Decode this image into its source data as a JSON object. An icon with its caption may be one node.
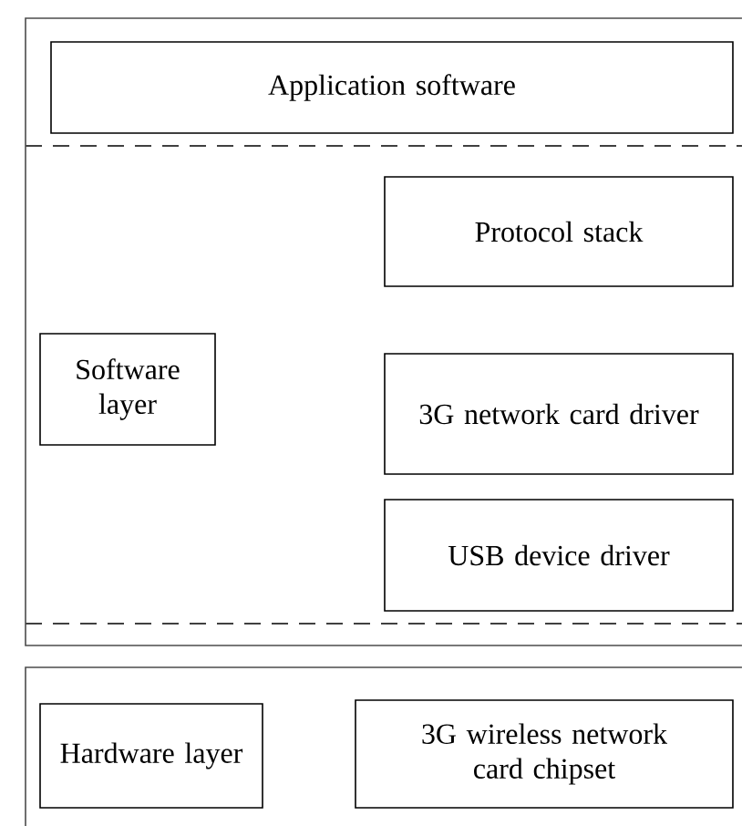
{
  "diagram": {
    "nodes": [
      {
        "text": [],
        "shape": "box"
      },
      {
        "text": [
          "Application software"
        ],
        "in": 0
      },
      {
        "text": [
          "Protocol stack"
        ],
        "in": 0
      },
      {
        "text": [
          "Software layer"
        ],
        "in": 0
      },
      {
        "text": [
          "3G network card driver"
        ],
        "in": 0
      },
      {
        "text": [
          "USB device driver"
        ],
        "in": 0
      },
      {
        "text": [],
        "shape": "box"
      },
      {
        "text": [
          "Hardware layer"
        ],
        "in": 6
      },
      {
        "text": [
          "3G wireless network card chipset"
        ],
        "in": 6
      }
    ]
  }
}
